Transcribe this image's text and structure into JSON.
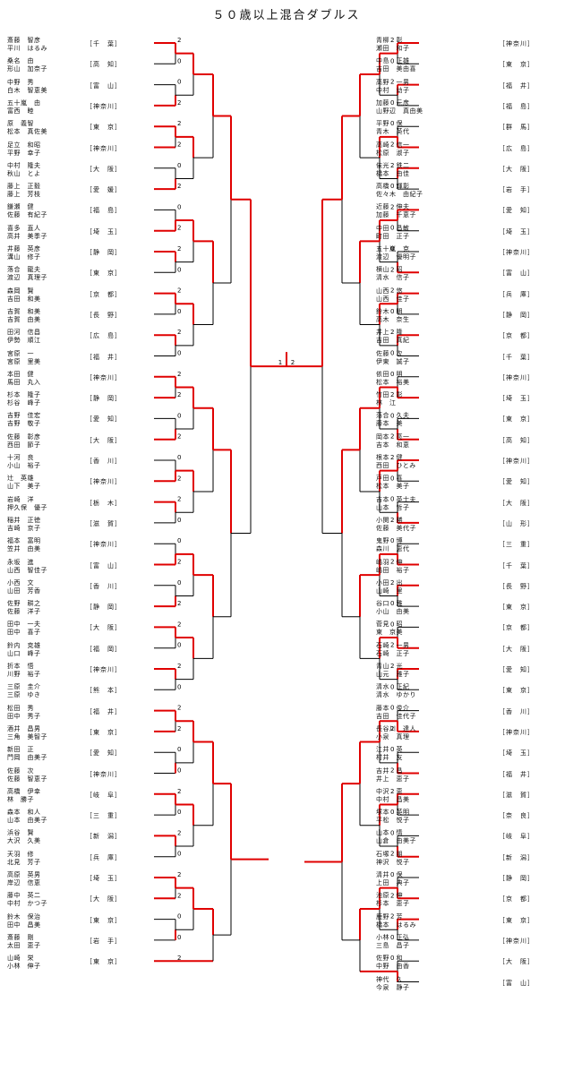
{
  "title": "５０歳以上混合ダブルス",
  "colors": {
    "win": "#e00000",
    "line": "#000000"
  },
  "left": [
    {
      "n1": "斎藤　智彦",
      "n2": "平川　はるみ",
      "pref": "千　葉"
    },
    {
      "n1": "桑名　由",
      "n2": "形山　加奈子",
      "pref": "高　知"
    },
    {
      "n1": "中野　秀",
      "n2": "白木　智恵美",
      "pref": "富　山"
    },
    {
      "n1": "五十嵐　由",
      "n2": "富西　睦",
      "pref": "神奈川"
    },
    {
      "n1": "原　義智",
      "n2": "松本　真佐美",
      "pref": "東　京"
    },
    {
      "n1": "足立　和昭",
      "n2": "平野　幸子",
      "pref": "神奈川"
    },
    {
      "n1": "中村　隆夫",
      "n2": "秋山　とよ",
      "pref": "大　阪"
    },
    {
      "n1": "藤上　正毅",
      "n2": "藤上　芳枝",
      "pref": "愛　媛"
    },
    {
      "n1": "鎌瀬　健",
      "n2": "佐藤　有紀子",
      "pref": "福　島"
    },
    {
      "n1": "喜多　直人",
      "n2": "高井　美季子",
      "pref": "埼　玉"
    },
    {
      "n1": "井藤　英彦",
      "n2": "溝山　修子",
      "pref": "静　岡"
    },
    {
      "n1": "落合　龍夫",
      "n2": "渡辺　真理子",
      "pref": "東　京"
    },
    {
      "n1": "森岡　賢",
      "n2": "吉田　和美",
      "pref": "京　都"
    },
    {
      "n1": "吉賀　和美",
      "n2": "吉賀　由美",
      "pref": "長　野"
    },
    {
      "n1": "田河　信昌",
      "n2": "伊勢　順江",
      "pref": "広　島"
    },
    {
      "n1": "宮原　一",
      "n2": "宮原　里美",
      "pref": "福　井"
    },
    {
      "n1": "本田　健",
      "n2": "馬田　丸入",
      "pref": "神奈川"
    },
    {
      "n1": "杉本　隆子",
      "n2": "杉谷　峰子",
      "pref": "静　岡"
    },
    {
      "n1": "吉野　佳宏",
      "n2": "吉野　敬子",
      "pref": "愛　知"
    },
    {
      "n1": "佐藤　彰彦",
      "n2": "西田　節子",
      "pref": "大　阪"
    },
    {
      "n1": "十河　良",
      "n2": "小山　裕子",
      "pref": "香　川"
    },
    {
      "n1": "辻　英雄",
      "n2": "山下　美子",
      "pref": "神奈川"
    },
    {
      "n1": "岩崎　洋",
      "n2": "押久保　優子",
      "pref": "栃　木"
    },
    {
      "n1": "稲井　正徳",
      "n2": "吉崎　京子",
      "pref": "滋　賀"
    },
    {
      "n1": "福本　富明",
      "n2": "笠井　由美",
      "pref": "神奈川"
    },
    {
      "n1": "永坂　進",
      "n2": "山西　智佳子",
      "pref": "富　山"
    },
    {
      "n1": "小西　文",
      "n2": "山田　芳香",
      "pref": "香　川"
    },
    {
      "n1": "佐野　耕之",
      "n2": "佐藤　洋子",
      "pref": "静　岡"
    },
    {
      "n1": "田中　一夫",
      "n2": "田中　喜子",
      "pref": "大　阪"
    },
    {
      "n1": "鈴内　克雄",
      "n2": "山口　峰子",
      "pref": "福　岡"
    },
    {
      "n1": "折本　悟",
      "n2": "川野　裕子",
      "pref": "神奈川"
    },
    {
      "n1": "三原　圭介",
      "n2": "三原　ゆき",
      "pref": "熊　本"
    },
    {
      "n1": "松田　秀",
      "n2": "田中　秀子",
      "pref": "福　井"
    },
    {
      "n1": "酒井　昌男",
      "n2": "三角　美智子",
      "pref": "東　京"
    },
    {
      "n1": "新田　正",
      "n2": "門岡　由美子",
      "pref": "愛　知"
    },
    {
      "n1": "佐藤　次",
      "n2": "佐藤　智恵子",
      "pref": "神奈川"
    },
    {
      "n1": "高橋　伊幸",
      "n2": "林　勝子",
      "pref": "岐　阜"
    },
    {
      "n1": "森本　和人",
      "n2": "山本　由美子",
      "pref": "三　重"
    },
    {
      "n1": "浜谷　賢",
      "n2": "大沢　久美",
      "pref": "新　潟"
    },
    {
      "n1": "天羽　修",
      "n2": "北見　芳子",
      "pref": "兵　庫"
    },
    {
      "n1": "高原　英男",
      "n2": "岸辺　信恵",
      "pref": "埼　玉"
    },
    {
      "n1": "藤中　英二",
      "n2": "中村　かつ子",
      "pref": "大　阪"
    },
    {
      "n1": "鈴木　保治",
      "n2": "田中　昌美",
      "pref": "東　京"
    },
    {
      "n1": "斎藤　剛",
      "n2": "太田　恵子",
      "pref": "岩　手"
    },
    {
      "n1": "山崎　栄",
      "n2": "小林　伸子",
      "pref": "東　京"
    }
  ],
  "right": [
    {
      "n1": "青柳　彰",
      "n2": "瀬田　和子",
      "pref": "神奈川"
    },
    {
      "n1": "中島　正雄",
      "n2": "吉田　美由喜",
      "pref": "東　京"
    },
    {
      "n1": "高野　一男",
      "n2": "中村　幼子",
      "pref": "福　井"
    },
    {
      "n1": "加藤　元彦",
      "n2": "山野辺　真由美",
      "pref": "福　島"
    },
    {
      "n1": "平野　保",
      "n2": "青木　英代",
      "pref": "群　馬"
    },
    {
      "n1": "高崎　信一",
      "n2": "松原　淑子",
      "pref": "広　島"
    },
    {
      "n1": "依光　鉄二",
      "n2": "橋本　由佳",
      "pref": "大　阪"
    },
    {
      "n1": "高橋　輝彰",
      "n2": "佐々木　由紀子",
      "pref": "岩　手"
    },
    {
      "n1": "近藤　伸夫",
      "n2": "加藤　千恵子",
      "pref": "愛　知"
    },
    {
      "n1": "中田　昌敏",
      "n2": "町田　正子",
      "pref": "埼　玉"
    },
    {
      "n1": "五十嵐　克",
      "n2": "渡辺　優明子",
      "pref": "神奈川"
    },
    {
      "n1": "横山　昭",
      "n2": "清水　信子",
      "pref": "富　山"
    },
    {
      "n1": "山西　悠",
      "n2": "山西　佳子",
      "pref": "兵　庫"
    },
    {
      "n1": "鈴木　明",
      "n2": "高木　奈生",
      "pref": "静　岡"
    },
    {
      "n1": "井上　隆",
      "n2": "吉田　真紀",
      "pref": "京　都"
    },
    {
      "n1": "佐藤　次",
      "n2": "伊東　誠子",
      "pref": "千　葉"
    },
    {
      "n1": "依田　明",
      "n2": "松本　裕美",
      "pref": "神奈川"
    },
    {
      "n1": "竹田　彰",
      "n2": "林　江",
      "pref": "埼　玉"
    },
    {
      "n1": "落合　久夫",
      "n2": "藤本　美",
      "pref": "東　京"
    },
    {
      "n1": "岡本　亮一",
      "n2": "吉本　和恵",
      "pref": "高　知"
    },
    {
      "n1": "根本　健",
      "n2": "西田　ひとみ",
      "pref": "神奈川"
    },
    {
      "n1": "戸田　喜",
      "n2": "松本　美子",
      "pref": "愛　知"
    },
    {
      "n1": "吉本　英士夫",
      "n2": "山本　哲子",
      "pref": "大　阪"
    },
    {
      "n1": "小関　勝",
      "n2": "佐藤　美代子",
      "pref": "山　形"
    },
    {
      "n1": "鬼野　博",
      "n2": "森川　恵代",
      "pref": "三　重"
    },
    {
      "n1": "嶋羽　伸",
      "n2": "嶋田　裕子",
      "pref": "千　葉"
    },
    {
      "n1": "小田　出",
      "n2": "山崎　里",
      "pref": "長　野"
    },
    {
      "n1": "谷口　雅",
      "n2": "小山　由美",
      "pref": "東　京"
    },
    {
      "n1": "菅見　昭",
      "n2": "東　京美",
      "pref": "京　都"
    },
    {
      "n1": "石崎　一男",
      "n2": "石崎　正子",
      "pref": "大　阪"
    },
    {
      "n1": "青山　光",
      "n2": "山元　雅子",
      "pref": "愛　知"
    },
    {
      "n1": "清水　正紀",
      "n2": "清水　ゆかり",
      "pref": "東　京"
    },
    {
      "n1": "藤本　俊介",
      "n2": "吉田　佳代子",
      "pref": "香　川"
    },
    {
      "n1": "長谷川　達人",
      "n2": "小泉　真理",
      "pref": "神奈川"
    },
    {
      "n1": "江井　英",
      "n2": "村井　友",
      "pref": "埼　玉"
    },
    {
      "n1": "吉井　昌",
      "n2": "井上　恵子",
      "pref": "福　井"
    },
    {
      "n1": "中沢　恵",
      "n2": "中村　昌美",
      "pref": "滋　賀"
    },
    {
      "n1": "塚本　英明",
      "n2": "平松　悦子",
      "pref": "奈　良"
    },
    {
      "n1": "山本　情",
      "n2": "山倉　由美子",
      "pref": "岐　阜"
    },
    {
      "n1": "石塚　朋",
      "n2": "神沢　悦子",
      "pref": "新　潟"
    },
    {
      "n1": "清井　保",
      "n2": "上田　典子",
      "pref": "静　岡"
    },
    {
      "n1": "池原　伸",
      "n2": "杉本　恵子",
      "pref": "京　都"
    },
    {
      "n1": "鹿野　芳",
      "n2": "橋本　はるみ",
      "pref": "東　京"
    },
    {
      "n1": "小林　正弘",
      "n2": "三島　昌子",
      "pref": "神奈川"
    },
    {
      "n1": "佐野　和",
      "n2": "中野　由香",
      "pref": "大　阪"
    },
    {
      "n1": "神代　久",
      "n2": "今泉　静子",
      "pref": "富　山"
    }
  ],
  "left_r1": [
    "2",
    "0",
    "0",
    "2",
    "2",
    "2",
    "0",
    "2",
    "0",
    "2",
    "2",
    "0",
    "2",
    "0",
    "2",
    "0",
    "2",
    "2",
    "0",
    "2",
    "0",
    "2",
    "2",
    "0",
    "0",
    "2",
    "0",
    "2",
    "2",
    "0",
    "2",
    "0",
    "2",
    "2",
    "0",
    "0",
    "2",
    "0",
    "2",
    "0",
    "2",
    "2",
    "0",
    "0",
    "2"
  ],
  "right_r1": [
    "2",
    "0",
    "2",
    "0",
    "0",
    "2",
    "2",
    "0",
    "2",
    "0",
    "0",
    "2",
    "2",
    "0",
    "2",
    "0",
    "0",
    "2",
    "0",
    "2",
    "2",
    "0",
    "0",
    "2",
    "0",
    "2",
    "2",
    "0",
    "0",
    "2",
    "2",
    "0",
    "0",
    "2",
    "0",
    "2",
    "2",
    "0",
    "0",
    "2",
    "0",
    "2",
    "2",
    "0",
    "0"
  ],
  "final": {
    "left": "1",
    "right": "2"
  }
}
